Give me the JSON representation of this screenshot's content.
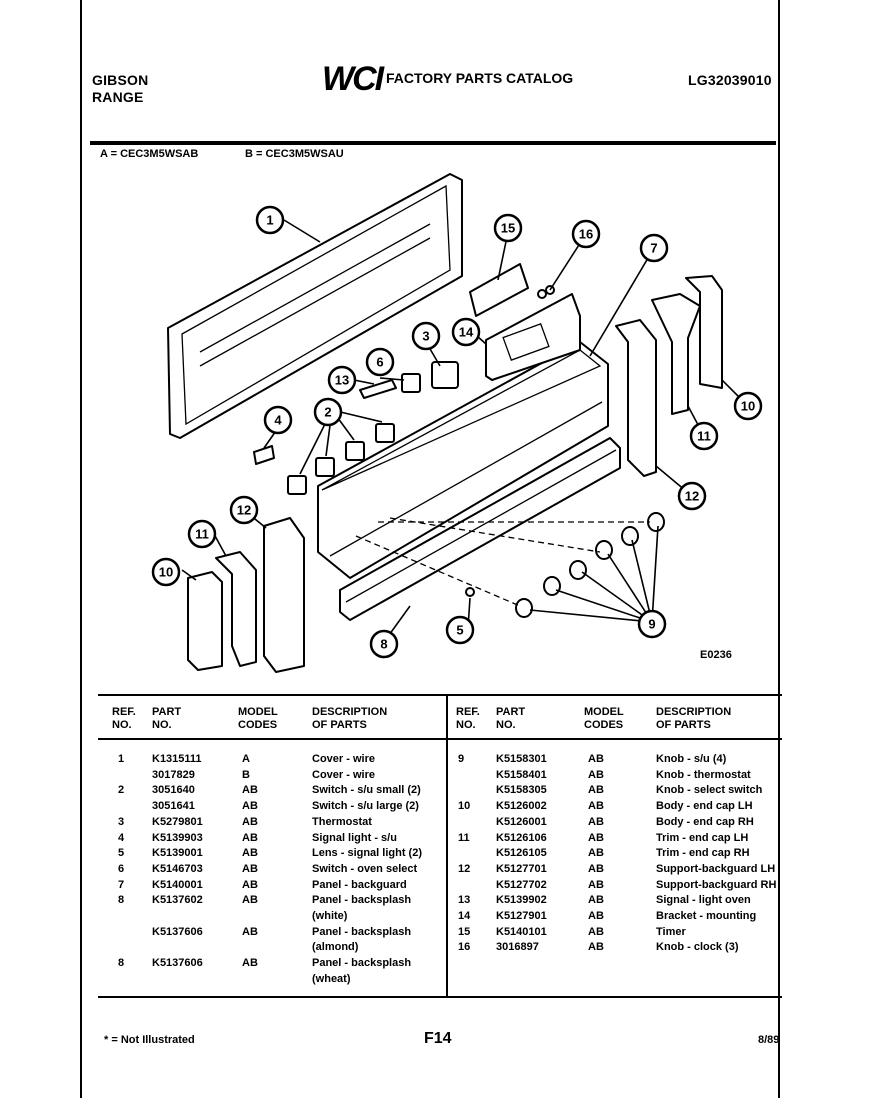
{
  "header": {
    "brand_left_line1": "GIBSON",
    "brand_left_line2": "RANGE",
    "logo_text": "WCI",
    "catalog_title": "FACTORY PARTS CATALOG",
    "catalog_number": "LG32039010"
  },
  "models": {
    "a": "A = CEC3M5WSAB",
    "b": "B = CEC3M5WSAU"
  },
  "diagram": {
    "code": "E0236",
    "callouts": [
      "1",
      "2",
      "3",
      "4",
      "5",
      "6",
      "7",
      "8",
      "9",
      "10",
      "11",
      "12",
      "13",
      "14",
      "15",
      "16"
    ]
  },
  "table": {
    "headers": {
      "ref_line1": "REF.",
      "ref_line2": "NO.",
      "part_line1": "PART",
      "part_line2": "NO.",
      "model_line1": "MODEL",
      "model_line2": "CODES",
      "desc_line1": "DESCRIPTION",
      "desc_line2": "OF PARTS"
    },
    "left_rows": [
      {
        "ref": "1",
        "part": "K1315111",
        "codes": "A",
        "desc": "Cover - wire"
      },
      {
        "ref": "",
        "part": "3017829",
        "codes": "B",
        "desc": "Cover - wire"
      },
      {
        "ref": "2",
        "part": "3051640",
        "codes": "AB",
        "desc": "Switch - s/u small (2)"
      },
      {
        "ref": "",
        "part": "3051641",
        "codes": "AB",
        "desc": "Switch - s/u large (2)"
      },
      {
        "ref": "3",
        "part": "K5279801",
        "codes": "AB",
        "desc": "Thermostat"
      },
      {
        "ref": "4",
        "part": "K5139903",
        "codes": "AB",
        "desc": "Signal light - s/u"
      },
      {
        "ref": "5",
        "part": "K5139001",
        "codes": "AB",
        "desc": "Lens - signal light (2)"
      },
      {
        "ref": "6",
        "part": "K5146703",
        "codes": "AB",
        "desc": "Switch - oven select"
      },
      {
        "ref": "7",
        "part": "K5140001",
        "codes": "AB",
        "desc": "Panel - backguard"
      },
      {
        "ref": "8",
        "part": "K5137602",
        "codes": "AB",
        "desc": "Panel - backsplash"
      },
      {
        "ref": "",
        "part": "",
        "codes": "",
        "desc": "(white)"
      },
      {
        "ref": "",
        "part": "K5137606",
        "codes": "AB",
        "desc": "Panel - backsplash"
      },
      {
        "ref": "",
        "part": "",
        "codes": "",
        "desc": "(almond)"
      },
      {
        "ref": "8",
        "part": "K5137606",
        "codes": "AB",
        "desc": "Panel - backsplash"
      },
      {
        "ref": "",
        "part": "",
        "codes": "",
        "desc": "(wheat)"
      }
    ],
    "right_rows": [
      {
        "ref": "9",
        "part": "K5158301",
        "codes": "AB",
        "desc": "Knob - s/u (4)"
      },
      {
        "ref": "",
        "part": "K5158401",
        "codes": "AB",
        "desc": "Knob - thermostat"
      },
      {
        "ref": "",
        "part": "K5158305",
        "codes": "AB",
        "desc": "Knob - select switch"
      },
      {
        "ref": "10",
        "part": "K5126002",
        "codes": "AB",
        "desc": "Body - end cap LH"
      },
      {
        "ref": "",
        "part": "K5126001",
        "codes": "AB",
        "desc": "Body - end cap RH"
      },
      {
        "ref": "11",
        "part": "K5126106",
        "codes": "AB",
        "desc": "Trim - end cap LH"
      },
      {
        "ref": "",
        "part": "K5126105",
        "codes": "AB",
        "desc": "Trim - end cap RH"
      },
      {
        "ref": "12",
        "part": "K5127701",
        "codes": "AB",
        "desc": "Support-backguard LH"
      },
      {
        "ref": "",
        "part": "K5127702",
        "codes": "AB",
        "desc": "Support-backguard RH"
      },
      {
        "ref": "13",
        "part": "K5139902",
        "codes": "AB",
        "desc": "Signal - light oven"
      },
      {
        "ref": "14",
        "part": "K5127901",
        "codes": "AB",
        "desc": "Bracket - mounting"
      },
      {
        "ref": "15",
        "part": "K5140101",
        "codes": "AB",
        "desc": "Timer"
      },
      {
        "ref": "16",
        "part": "3016897",
        "codes": "AB",
        "desc": "Knob - clock (3)"
      }
    ]
  },
  "footer": {
    "note": "* = Not Illustrated",
    "page": "F14",
    "date": "8/89"
  }
}
